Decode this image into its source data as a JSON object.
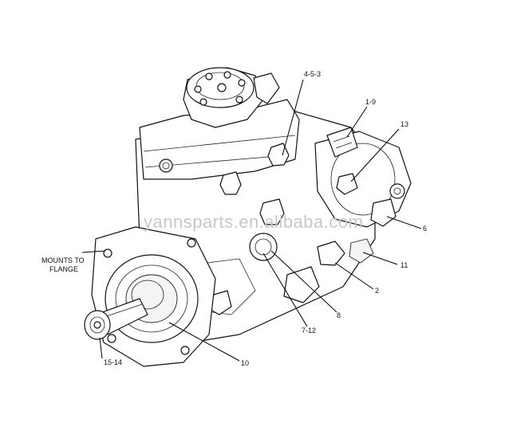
{
  "watermark": "yannsparts.en.alibaba.com",
  "labels": {
    "mounts_line1": "MOUNTS TO",
    "mounts_line2": "FLANGE",
    "l_4_5_3": "4-5-3",
    "l_1_9": "1-9",
    "l_13": "13",
    "l_6": "6",
    "l_11": "11",
    "l_2": "2",
    "l_8": "8",
    "l_7_12": "7-12",
    "l_10": "10",
    "l_15_14": "15-14"
  }
}
